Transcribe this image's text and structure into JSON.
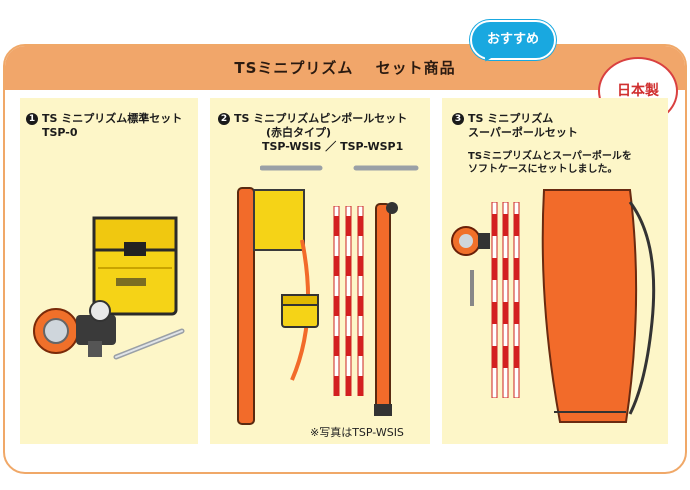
{
  "header": {
    "title": "TSミニプリズム　 セット商品",
    "badge": "おすすめ",
    "origin_stamp": "日本製"
  },
  "panels": [
    {
      "number": "1",
      "title_line1": "TS ミニプリズム標準セット",
      "title_line2": "TSP-0"
    },
    {
      "number": "2",
      "title_line1": "TS ミニプリズムピンポールセット",
      "title_line2": "(赤白タイプ)",
      "title_line3": "TSP-WSIS ／ TSP-WSP1",
      "photo_note": "※写真はTSP-WSIS"
    },
    {
      "number": "3",
      "title_line1": "TS ミニプリズム",
      "title_line2": "スーパーポールセット",
      "description_line1": "TSミニプリズムとスーパーポールを",
      "description_line2": "ソフトケースにセットしました。"
    }
  ],
  "colors": {
    "band": "#f1a66a",
    "panel_bg": "#fdf6c8",
    "badge": "#19a8e0",
    "stamp": "#d03030",
    "case_orange": "#f26b2a",
    "pouch_yellow": "#f5d317"
  },
  "icons": [
    "pouch-image",
    "prism-image",
    "pin-image",
    "pole-image",
    "case-image"
  ]
}
